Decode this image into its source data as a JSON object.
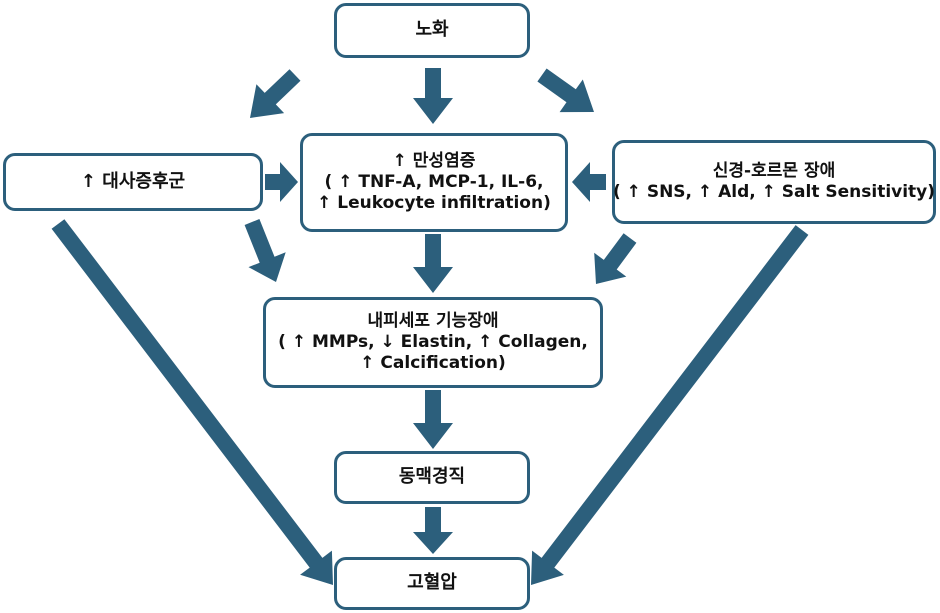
{
  "nodes": {
    "aging": {
      "lines": [
        "노화"
      ]
    },
    "metabolic": {
      "lines": [
        "↑ 대사증후군"
      ]
    },
    "inflammation": {
      "lines": [
        "↑ 만성염증",
        "( ↑ TNF-A, MCP-1, IL-6,",
        "↑ Leukocyte infiltration)"
      ]
    },
    "neuro": {
      "lines": [
        "신경-호르몬 장애",
        "( ↑ SNS,  ↑ Ald,  ↑ Salt Sensitivity)"
      ]
    },
    "endothelial": {
      "lines": [
        "내피세포 기능장애",
        "( ↑ MMPs, ↓ Elastin, ↑ Collagen,",
        "↑ Calcification)"
      ]
    },
    "stiffness": {
      "lines": [
        "동맥경직"
      ]
    },
    "hypertension": {
      "lines": [
        "고혈압"
      ]
    }
  },
  "colors": {
    "border": "#2c5f7c",
    "arrow": "#2c5f7c",
    "text": "#111111"
  }
}
